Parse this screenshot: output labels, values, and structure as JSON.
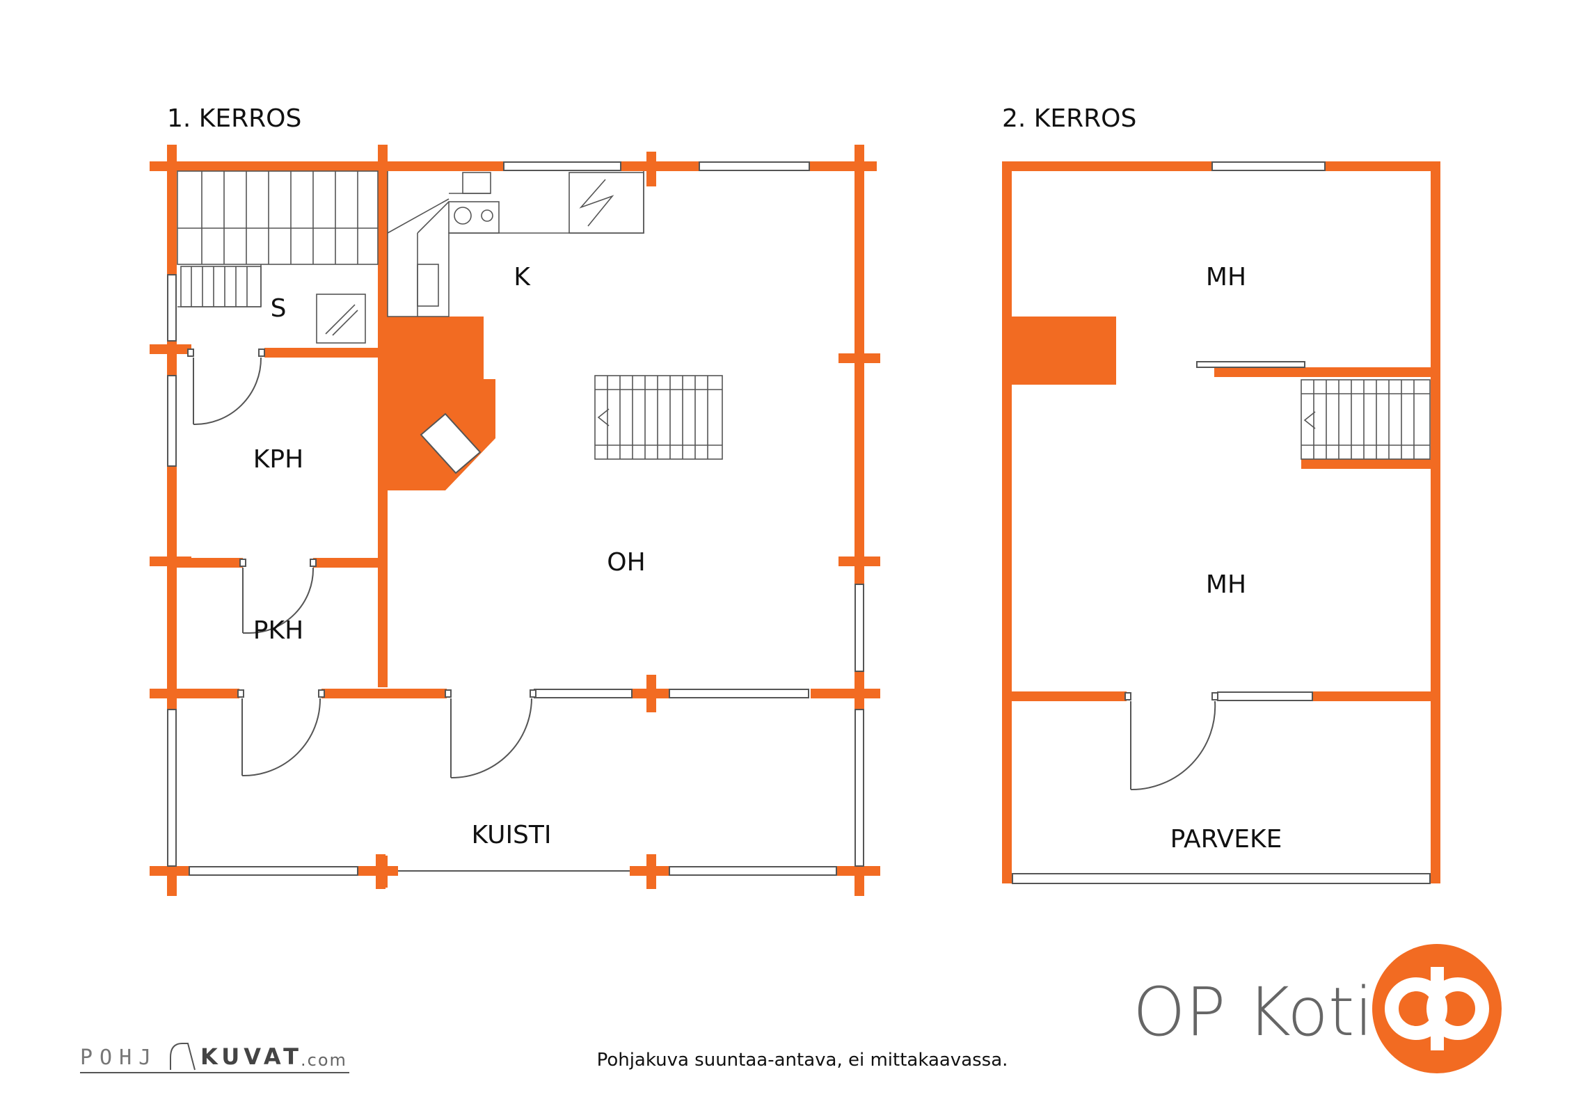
{
  "floor1": {
    "title": "1. KERROS",
    "rooms": {
      "s": "S",
      "k": "K",
      "kph": "KPH",
      "oh": "OH",
      "pkh": "PKH",
      "kuisti": "KUISTI"
    }
  },
  "floor2": {
    "title": "2. KERROS",
    "rooms": {
      "mh_top": "MH",
      "mh_bottom": "MH",
      "parveke": "PARVEKE"
    }
  },
  "brand": {
    "name": "OP Koti",
    "color": "#f26b22"
  },
  "disclaimer": "Pohjakuva suuntaa-antava, ei mittakaavassa.",
  "credit": {
    "part1": "POHJ",
    "part2": "KUVAT",
    "suffix": ".com"
  },
  "colors": {
    "wall": "#f26b22",
    "line": "#555555"
  }
}
